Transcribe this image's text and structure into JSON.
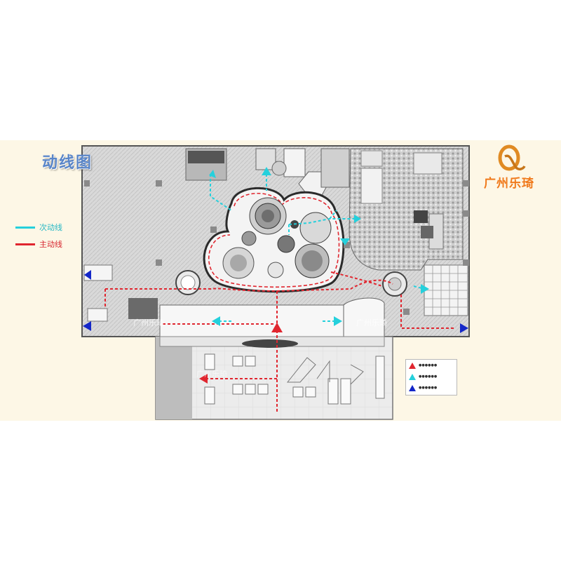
{
  "title": "动线图",
  "legend": [
    {
      "label": "次动线",
      "color": "#25d0dc"
    },
    {
      "label": "主动线",
      "color": "#e0262f"
    }
  ],
  "logo": {
    "text": "广州乐琦",
    "color": "#f07a1c"
  },
  "marker_legend": [
    {
      "label": "●●●●●●",
      "color": "#e0262f"
    },
    {
      "label": "●●●●●●",
      "color": "#25d0dc"
    },
    {
      "label": "●●●●●●",
      "color": "#1427c8"
    }
  ],
  "watermarks": [
    "广州乐琦",
    "广州乐琦",
    "广州乐琦"
  ],
  "colors": {
    "main_route": "#e0262f",
    "secondary_route": "#25d0dc",
    "exit_marker": "#1427c8",
    "background": "#fdf7e6"
  }
}
